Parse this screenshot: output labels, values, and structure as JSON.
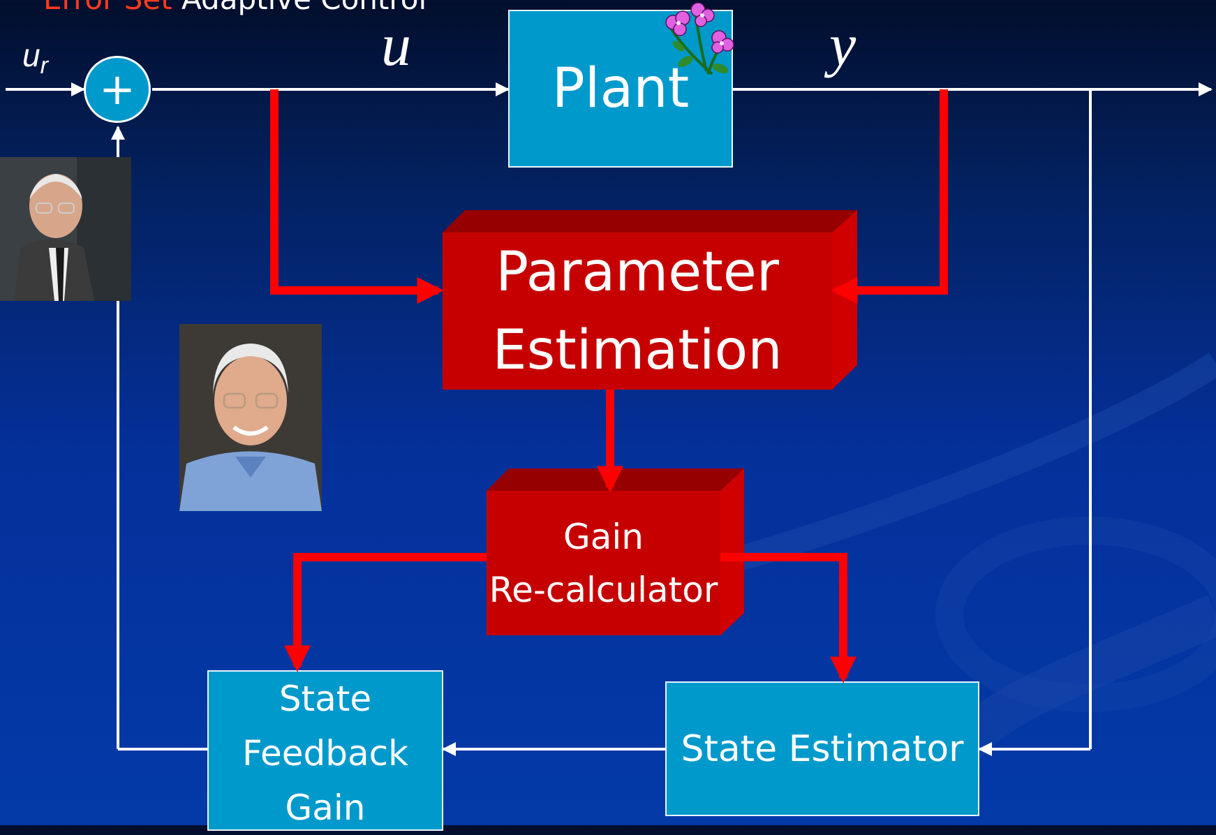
{
  "title": {
    "accent": "Error Set",
    "rest": " Adaptive Control"
  },
  "signals": {
    "ur_main": "u",
    "ur_sub": "r",
    "u": "u",
    "y": "y",
    "sum": "+"
  },
  "blocks": {
    "plant": "Plant",
    "param_line1": "Parameter",
    "param_line2": "Estimation",
    "gain_line1": "Gain",
    "gain_line2": "Re-calculator",
    "sfg_line1": "State",
    "sfg_line2": "Feedback",
    "sfg_line3": "Gain",
    "state_estimator": "State Estimator"
  },
  "colors": {
    "box_fill": "#0099cc",
    "red_block": "#c60000",
    "red_arrow": "#ff0000",
    "signal_line": "#ffffff",
    "title_accent": "#ff3b1f"
  },
  "icons": [
    "flower-clipart-icon",
    "portrait-photo-1",
    "portrait-photo-2"
  ]
}
